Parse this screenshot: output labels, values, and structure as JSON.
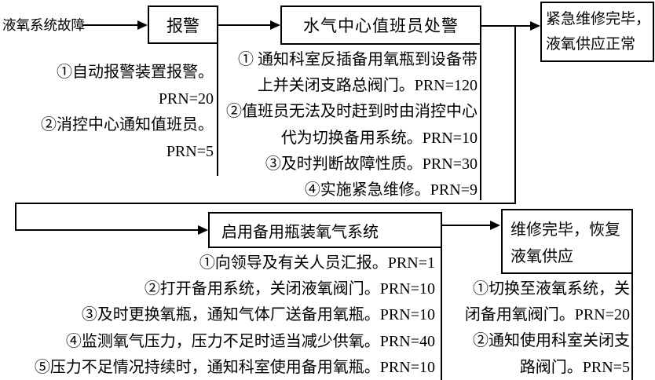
{
  "diagram": {
    "start_label": "液氧系统故障",
    "nodes": {
      "alarm": {
        "label": "报警"
      },
      "duty_officer": {
        "label": "水气中心值班员处警"
      },
      "emergency_repair_done": {
        "lines": [
          "紧急维修完毕，",
          "液氧供应正常"
        ]
      },
      "backup_system": {
        "label": "启用备用瓶装氧气系统"
      },
      "repair_done": {
        "lines": [
          "维修完毕，恢复",
          "液氧供应"
        ]
      }
    },
    "steps": {
      "alarm": [
        "①自动报警装置报警。",
        "PRN=20",
        "②消控中心通知值班员。",
        "PRN=5"
      ],
      "duty_officer": [
        "①  通知科室反插备用氧瓶到设备带",
        "上并关闭支路总阀门。PRN=120",
        "②值班员无法及时赶到时由消控中心",
        "代为切换备用系统。PRN=10",
        "③及时判断故障性质。PRN=30",
        "④实施紧急维修。PRN=9"
      ],
      "backup_system": [
        "①向领导及有关人员汇报。PRN=1",
        "②打开备用系统，关闭液氧阀门。PRN=10",
        "③及时更换氧瓶，通知气体厂送备用氧瓶。PRN=10",
        "④监测氧气压力，压力不足时适当减少供氧。PRN=40",
        "⑤压力不足情况持续时，通知科室使用备用氧瓶。PRN=10"
      ],
      "repair_done": [
        "①切换至液氧系统，关",
        "闭备用氧阀门。PRN=20",
        "②通知使用科室关闭支",
        "路阀门。PRN=5"
      ]
    },
    "colors": {
      "line": "#000000",
      "background": "#ffffff",
      "text": "#000000"
    }
  }
}
